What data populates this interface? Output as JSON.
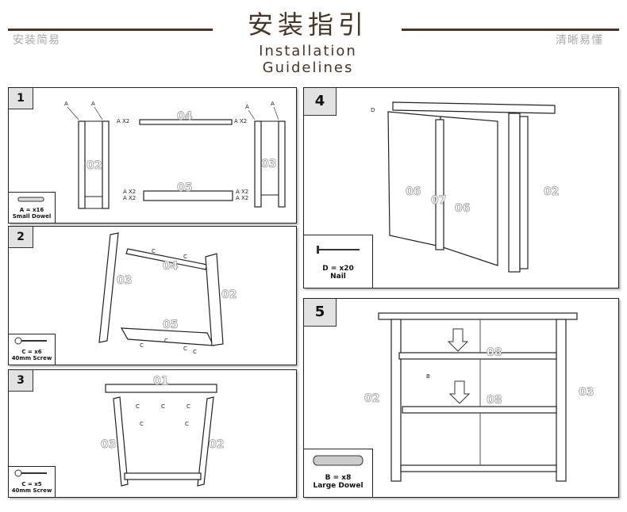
{
  "header": {
    "title": "安装指引",
    "subtitle": "Installation  Guidelines",
    "left_tag": "安装简易",
    "right_tag": "清晰易懂",
    "accent_color": "#4a3426"
  },
  "steps": [
    {
      "number": "1",
      "parts": [
        "02",
        "04",
        "05",
        "03"
      ],
      "labels": [
        "A",
        "A",
        "A",
        "A",
        "A X2",
        "A X2",
        "A X2",
        "A X2",
        "A X2",
        "A X2"
      ],
      "fastener": {
        "qty": "A = x16",
        "name": "Small Dowel"
      }
    },
    {
      "number": "2",
      "parts": [
        "03",
        "04",
        "05",
        "02"
      ],
      "labels": [
        "C",
        "C",
        "C",
        "C",
        "C",
        "C"
      ],
      "fastener": {
        "qty": "C = x6",
        "name": "40mm Screw"
      }
    },
    {
      "number": "3",
      "parts": [
        "01",
        "03",
        "02"
      ],
      "labels": [
        "C",
        "C",
        "C",
        "C",
        "C"
      ],
      "fastener": {
        "qty": "C = x5",
        "name": "40mm Screw"
      }
    },
    {
      "number": "4",
      "parts": [
        "06",
        "07",
        "06",
        "02"
      ],
      "labels": [
        "D"
      ],
      "fastener": {
        "qty": "D = x20",
        "name": "Nail"
      }
    },
    {
      "number": "5",
      "parts": [
        "08",
        "08",
        "02",
        "03"
      ],
      "labels": [
        "B"
      ],
      "fastener": {
        "qty": "B = x8",
        "name": "Large Dowel"
      }
    }
  ]
}
